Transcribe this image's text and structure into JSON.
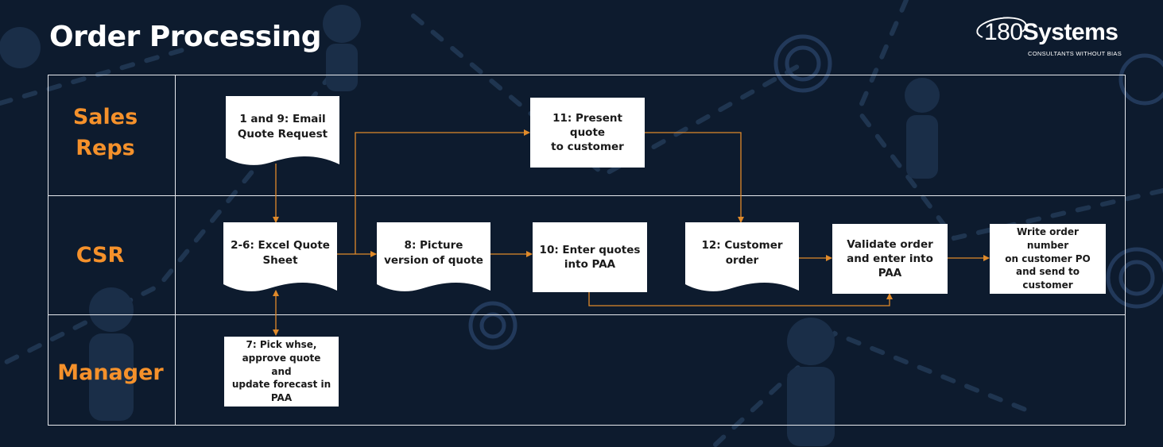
{
  "page": {
    "title": "Order Processing"
  },
  "logo": {
    "number": "180",
    "word": "Systems",
    "tagline": "CONSULTANTS WITHOUT BIAS"
  },
  "lanes": [
    {
      "label_line1": "Sales",
      "label_line2": "Reps"
    },
    {
      "label_line1": "CSR",
      "label_line2": ""
    },
    {
      "label_line1": "Manager",
      "label_line2": ""
    }
  ],
  "steps": {
    "email_quote": {
      "line1": "1 and 9: Email",
      "line2": "Quote Request"
    },
    "present_quote": {
      "line1": "11: Present quote",
      "line2": "to customer"
    },
    "excel_quote": {
      "line1": "2-6: Excel Quote",
      "line2": "Sheet"
    },
    "picture_version": {
      "line1": "8: Picture",
      "line2": "version of quote"
    },
    "enter_quotes": {
      "line1": "10: Enter quotes",
      "line2": "into PAA"
    },
    "customer_order": {
      "line1": "12: Customer",
      "line2": "order"
    },
    "validate_order": {
      "line1": "Validate order",
      "line2": "and enter into",
      "line3": "PAA"
    },
    "write_order": {
      "line1": "Write order number",
      "line2": "on customer PO",
      "line3": "and send to",
      "line4": "customer"
    },
    "pick_whse": {
      "line1": "7: Pick whse,",
      "line2": "approve quote and",
      "line3": "update forecast in",
      "line4": "PAA"
    }
  },
  "colors": {
    "accent": "#f5912b",
    "background": "#0d1b2e",
    "connector": "#e08a2a"
  }
}
